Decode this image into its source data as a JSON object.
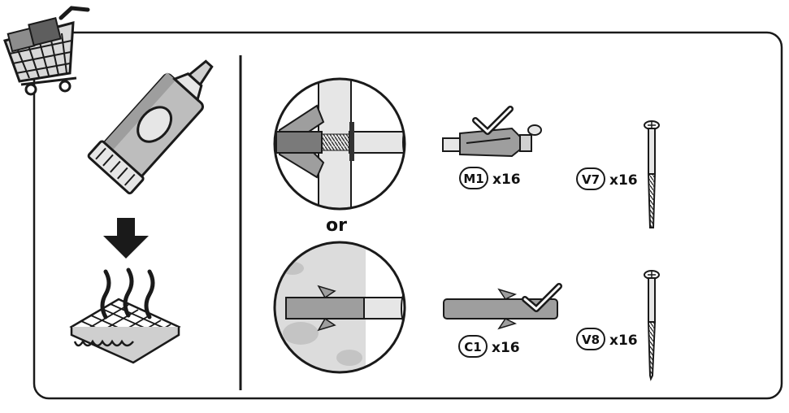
{
  "separator_word": "or",
  "parts": [
    {
      "code": "M1",
      "qty": "x16"
    },
    {
      "code": "V7",
      "qty": "x16"
    },
    {
      "code": "C1",
      "qty": "x16"
    },
    {
      "code": "V8",
      "qty": "x16"
    }
  ],
  "icons": {
    "cart": "shopping-cart-icon",
    "adhesive": "glue-tube-icon",
    "arrow": "arrow-down-icon",
    "heating": "heated-tile-icon",
    "hollow_wall": "hollow-wall-anchor-detail-icon",
    "solid_wall": "solid-wall-plug-detail-icon",
    "checkmark": "checkmark-icon",
    "screw": "screw-icon"
  },
  "colors": {
    "line": "#1a1a1a",
    "gray_fill": "#bdbdbd",
    "light_fill": "#e6e6e6"
  }
}
